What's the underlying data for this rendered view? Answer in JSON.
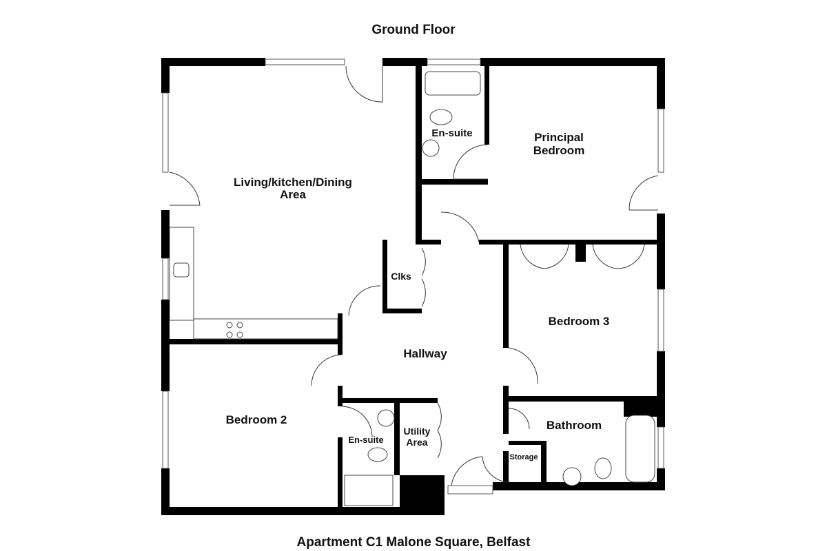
{
  "header": {
    "title": "Ground Floor"
  },
  "footer": {
    "caption": "Apartment C1 Malone Square, Belfast"
  },
  "rooms": {
    "living": {
      "line1": "Living/kitchen/Dining",
      "line2": "Area"
    },
    "ensuite_principal": "En-suite",
    "principal": {
      "line1": "Principal",
      "line2": "Bedroom"
    },
    "clks": "Clks",
    "bedroom3": "Bedroom 3",
    "hallway": "Hallway",
    "bedroom2": "Bedroom 2",
    "ensuite_bed2": "En-suite",
    "utility": {
      "line1": "Utility",
      "line2": "Area"
    },
    "bathroom": "Bathroom",
    "storage": "Storage"
  }
}
